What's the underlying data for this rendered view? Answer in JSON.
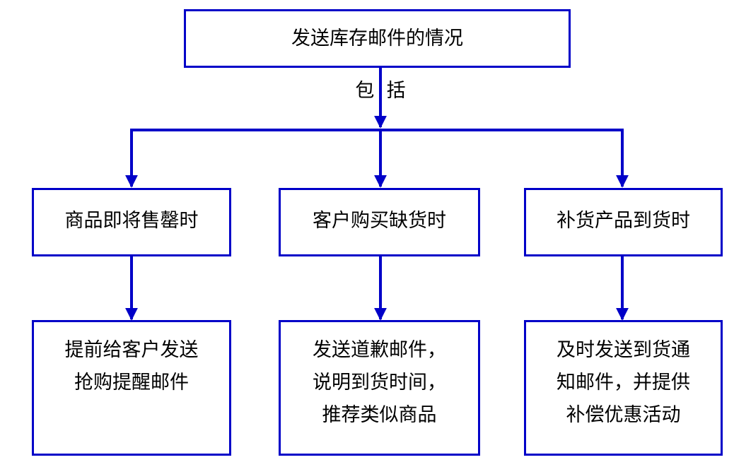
{
  "root": {
    "title": "发送库存邮件的情况"
  },
  "connector": {
    "label": "包  括"
  },
  "cases": [
    {
      "title": "商品即将售罄时",
      "action_lines": [
        "提前给客户发送",
        "抢购提醒邮件"
      ]
    },
    {
      "title": "客户购买缺货时",
      "action_lines": [
        "发送道歉邮件，",
        "说明到货时间，",
        "推荐类似商品"
      ]
    },
    {
      "title": "补货产品到货时",
      "action_lines": [
        "及时发送到货通",
        "知邮件，并提供",
        "补偿优惠活动"
      ]
    }
  ],
  "colors": {
    "stroke": "#0000c8",
    "text": "#000000",
    "background": "#ffffff"
  }
}
